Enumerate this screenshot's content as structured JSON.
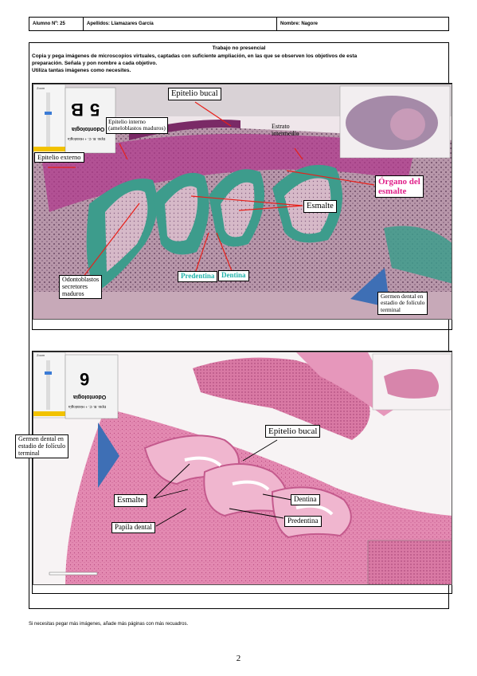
{
  "header": {
    "alumno": "Alumno Nº: 25",
    "apellidos": "Apellidos: Llamazares García",
    "nombre": "Nombre: Nagore"
  },
  "task": {
    "title": "Trabajo no presencial",
    "line1": "Copia y pega imágenes de microscopios virtuales, captadas con suficiente ampliación, en las que se observen los objetivos de esta",
    "line2": "preparación. Señala y pon nombre a cada objetivo.",
    "line3": "Utiliza tantas imágenes como necesites."
  },
  "image1": {
    "slide_number": "5 B",
    "slide_text_1": "Odontología",
    "slide_text_2": "Dpto. B. C. + Histología",
    "zoom_label": "Zoom",
    "labels": {
      "epitelio_bucal": "Epitelio bucal",
      "epitelio_interno_1": "Epitelio interno",
      "epitelio_interno_2": "(ameloblastos maduros)",
      "estrato_1": "Estrato",
      "estrato_2": "intermedio",
      "epitelio_externo": "Epitelio externo",
      "organo_1": "Órgano del",
      "organo_2": "esmalte",
      "esmalte": "Esmalte",
      "odonto_1": "Odontoblastos",
      "odonto_2": "secretores",
      "odonto_3": "maduros",
      "predentina": "Predentina",
      "dentina": "Dentina",
      "germen_1": "Germen dental en",
      "germen_2": "estadio de folículo",
      "germen_3": "terminal"
    }
  },
  "image2": {
    "slide_number": "6",
    "slide_text_1": "Odontología",
    "slide_text_2": "Dpto. B. C. + Histología",
    "zoom_label": "Zoom",
    "labels": {
      "germen_1": "Germen dental en",
      "germen_2": "estadio de folículo",
      "germen_3": "terminal",
      "epitelio_bucal": "Epitelio bucal",
      "esmalte": "Esmalte",
      "dentina": "Dentina",
      "predentina": "Predentina",
      "papila": "Papila dental"
    }
  },
  "footer": {
    "note": "Si necesitas pegar más imágenes, añade más páginas con más recuadros.",
    "page_number": "2"
  },
  "colors": {
    "enamel_organ_label": "#e0218a",
    "dentin_label": "#20b2aa",
    "arrow_red": "#e8201a",
    "arrow_blue": "#3e6fb5"
  }
}
